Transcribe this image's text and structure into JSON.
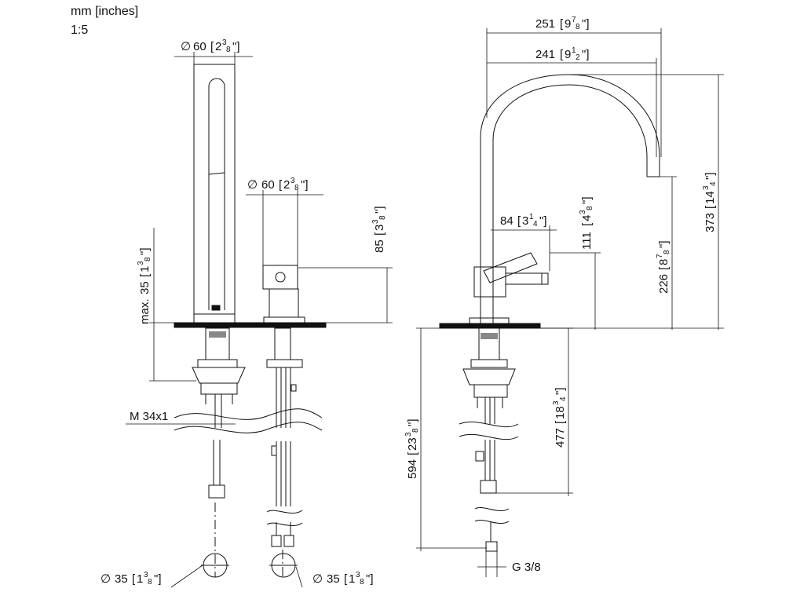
{
  "header": {
    "units": "mm [inches]",
    "scale": "1:5"
  },
  "dims": {
    "d60_top": {
      "diam": "∅",
      "mm": "60",
      "in_whole": "2",
      "in_num": "3",
      "in_den": "8"
    },
    "d60_mid": {
      "diam": "∅",
      "mm": "60",
      "in_whole": "2",
      "in_num": "3",
      "in_den": "8"
    },
    "d35_left": {
      "diam": "∅",
      "mm": "35",
      "in_whole": "1",
      "in_num": "3",
      "in_den": "8"
    },
    "d35_right": {
      "diam": "∅",
      "mm": "35",
      "in_whole": "1",
      "in_num": "3",
      "in_den": "8"
    },
    "max35": {
      "prefix": "max.",
      "mm": "35",
      "in_whole": "1",
      "in_num": "3",
      "in_den": "8"
    },
    "h85": {
      "mm": "85",
      "in_whole": "3",
      "in_num": "3",
      "in_den": "8"
    },
    "w251": {
      "mm": "251",
      "in_whole": "9",
      "in_num": "7",
      "in_den": "8"
    },
    "w241": {
      "mm": "241",
      "in_whole": "9",
      "in_num": "1",
      "in_den": "2"
    },
    "w84": {
      "mm": "84",
      "in_whole": "3",
      "in_num": "1",
      "in_den": "4"
    },
    "h111": {
      "mm": "111",
      "in_whole": "4",
      "in_num": "3",
      "in_den": "8"
    },
    "h226": {
      "mm": "226",
      "in_whole": "8",
      "in_num": "7",
      "in_den": "8"
    },
    "h373": {
      "mm": "373",
      "in_whole": "14",
      "in_num": "3",
      "in_den": "4"
    },
    "h477": {
      "mm": "477",
      "in_whole": "18",
      "in_num": "3",
      "in_den": "4"
    },
    "h594": {
      "mm": "594",
      "in_whole": "23",
      "in_num": "3",
      "in_den": "8"
    }
  },
  "thread_label": "M 34x1",
  "connection_label": "G 3/8"
}
